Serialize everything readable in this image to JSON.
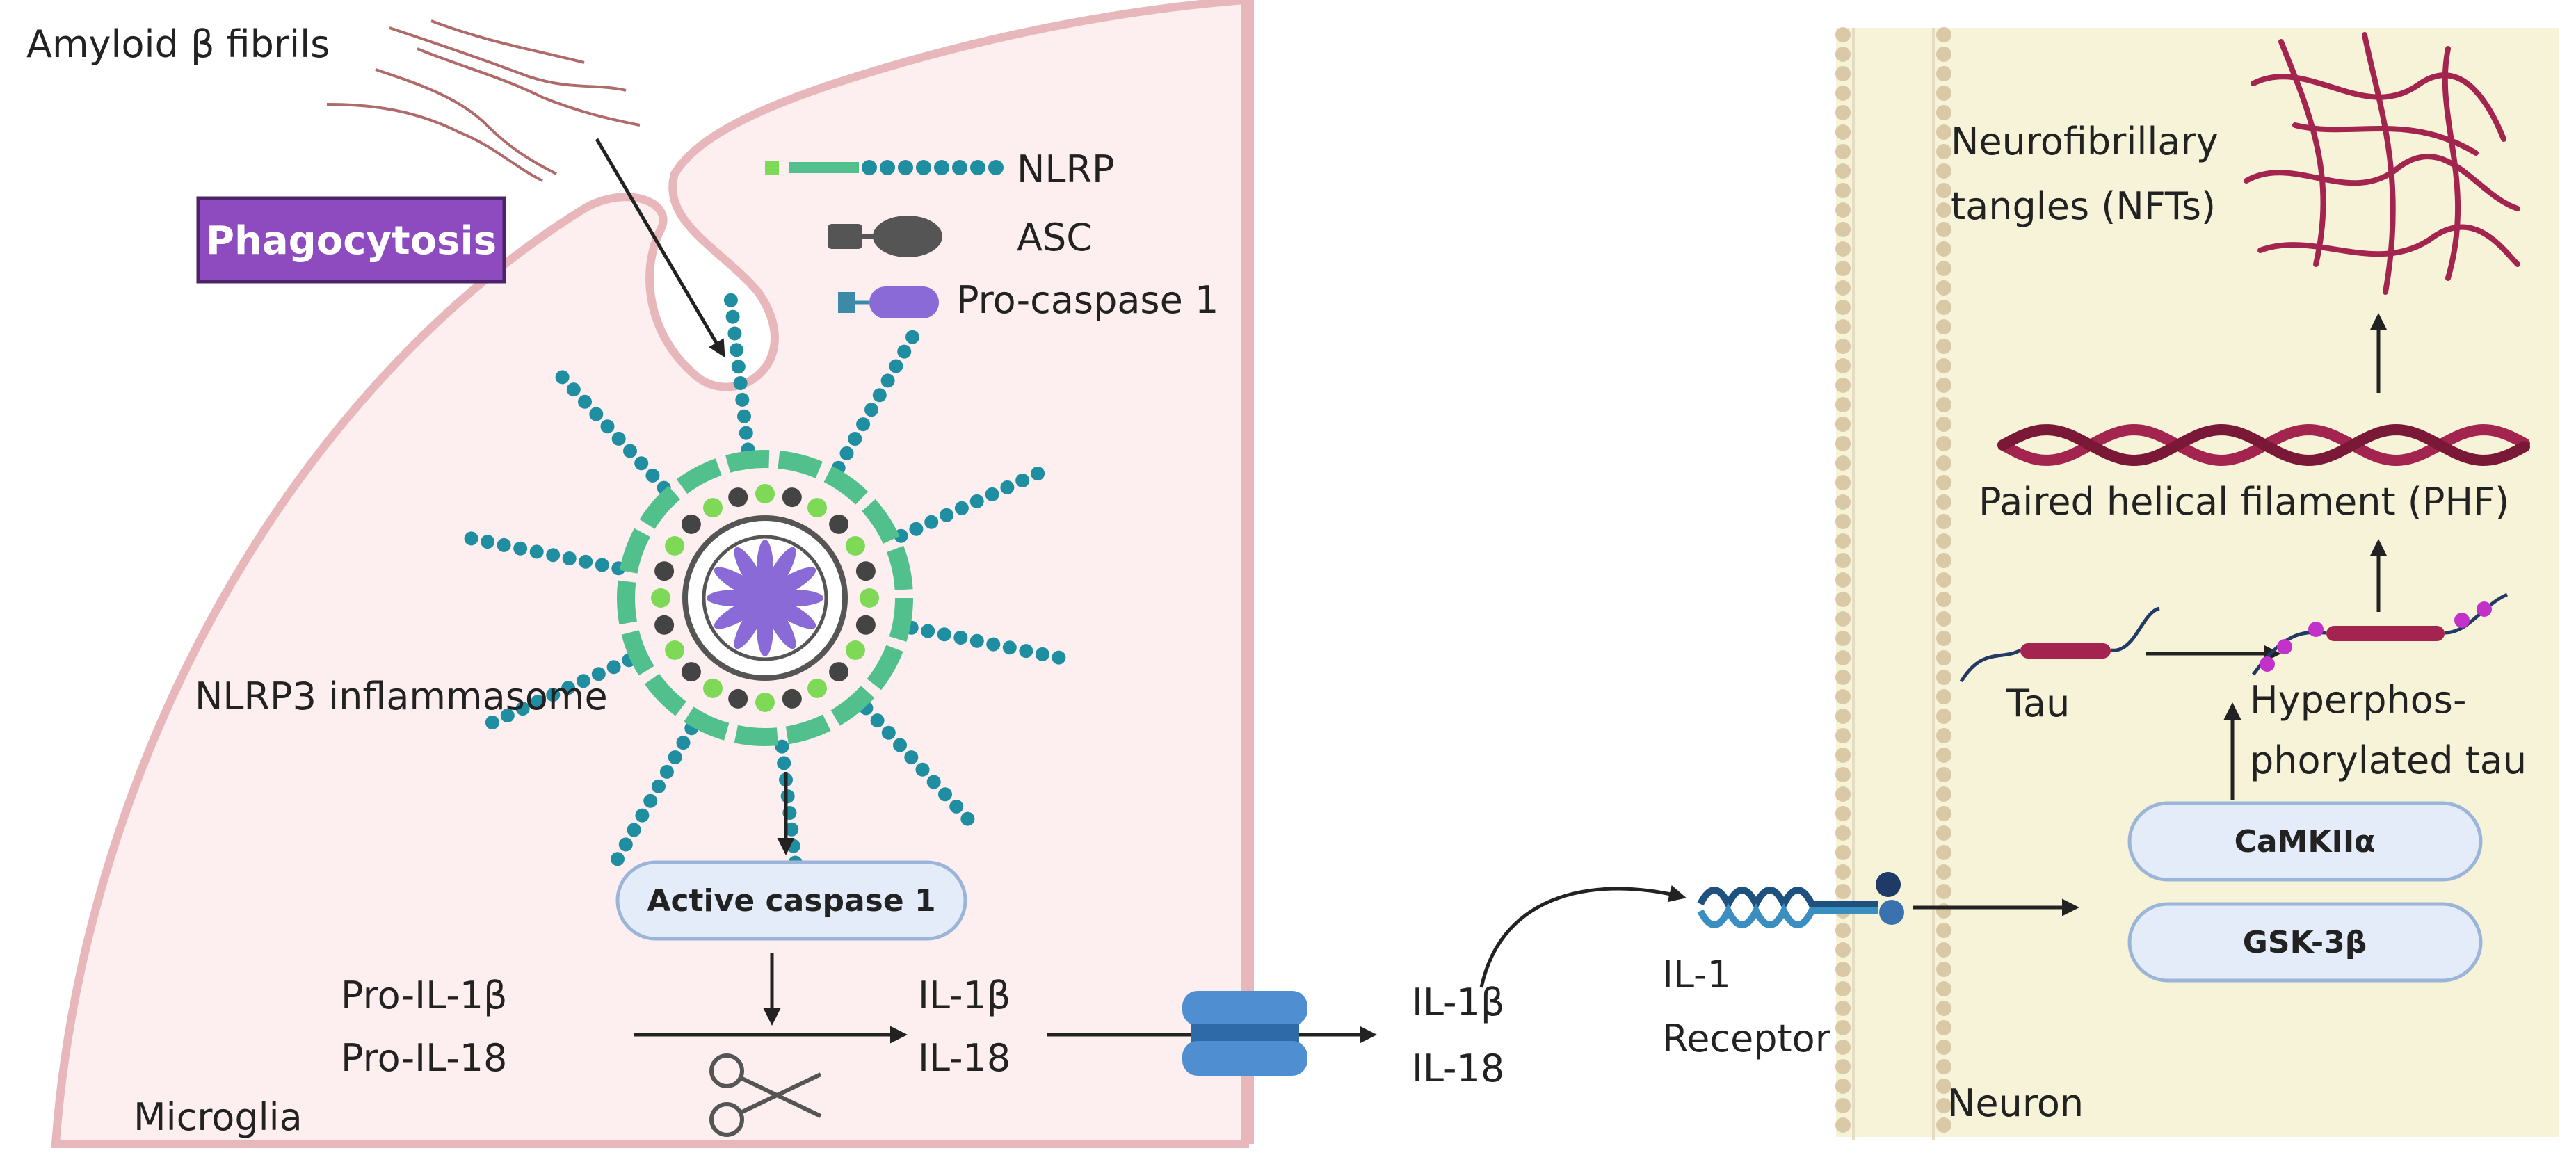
{
  "labels": {
    "amyloid": "Amyloid β fibrils",
    "phagocytosis": "Phagocytosis",
    "nlrp": "NLRP",
    "asc": "ASC",
    "pro_caspase": "Pro-caspase 1",
    "inflammasome": "NLRP3 inflammasome",
    "active_caspase": "Active caspase 1",
    "pro_il1b": "Pro-IL-1β",
    "pro_il18": "Pro-IL-18",
    "il1b_in": "IL-1β",
    "il18_in": "IL-18",
    "il1b_out": "IL-1β",
    "il18_out": "IL-18",
    "microglia": "Microglia",
    "il1_receptor_line1": "IL-1",
    "il1_receptor_line2": "Receptor",
    "neuron": "Neuron",
    "nft_line1": "Neurofibrillary",
    "nft_line2": "tangles (NFTs)",
    "phf": "Paired helical filament (PHF)",
    "tau": "Tau",
    "hyper_line1": "Hyperphos-",
    "hyper_line2": "phorylated tau",
    "camk": "CaMKIIα",
    "gsk": "GSK-3β"
  },
  "colors": {
    "cell_fill": "#fdeef0",
    "cell_border": "#e8b7bb",
    "neuron_fill": "#f6f3d8",
    "membrane": "#d9c9a6",
    "phagocytosis_fill": "#8e4bbf",
    "box_fill": "#e3ecf8",
    "box_border": "#9bb5d8",
    "teal": "#1f8ea0",
    "green": "#52c08d",
    "purple": "#8a6ad6",
    "tangle": "#a3254f",
    "channel": "#4f8fd1"
  }
}
